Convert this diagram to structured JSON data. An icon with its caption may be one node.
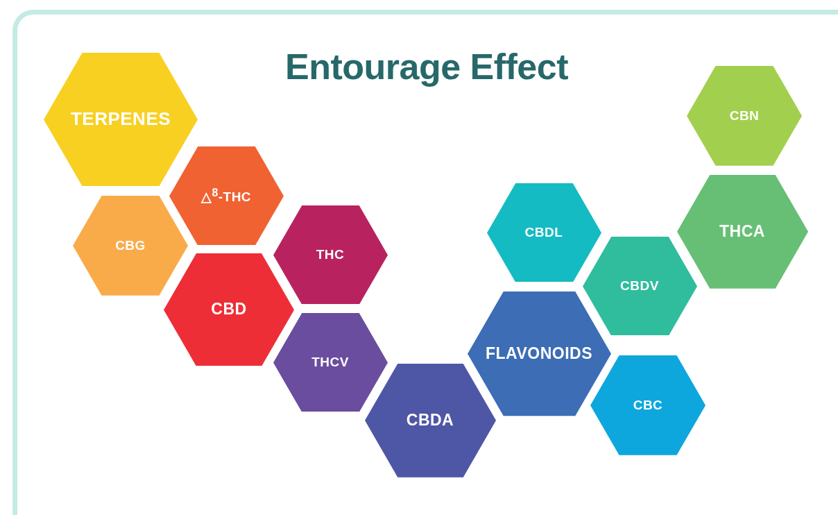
{
  "diagram": {
    "title": "Entourage Effect",
    "nodes": [
      {
        "text": [
          "TERPENES"
        ]
      },
      {
        "text": [
          "CBG"
        ]
      },
      {
        "text": [
          "△$^{8}$-THC"
        ]
      },
      {
        "text": [
          "CBD"
        ]
      },
      {
        "text": [
          "THC"
        ]
      },
      {
        "text": [
          "THCV"
        ]
      },
      {
        "text": [
          "CBDA"
        ]
      },
      {
        "text": [
          "FLAVONOIDS"
        ]
      },
      {
        "text": [
          "CBDL"
        ]
      },
      {
        "text": [
          "CBDV"
        ]
      },
      {
        "text": [
          "CBC"
        ]
      },
      {
        "text": [
          "CBN"
        ]
      },
      {
        "text": [
          "THCA"
        ]
      }
    ]
  }
}
